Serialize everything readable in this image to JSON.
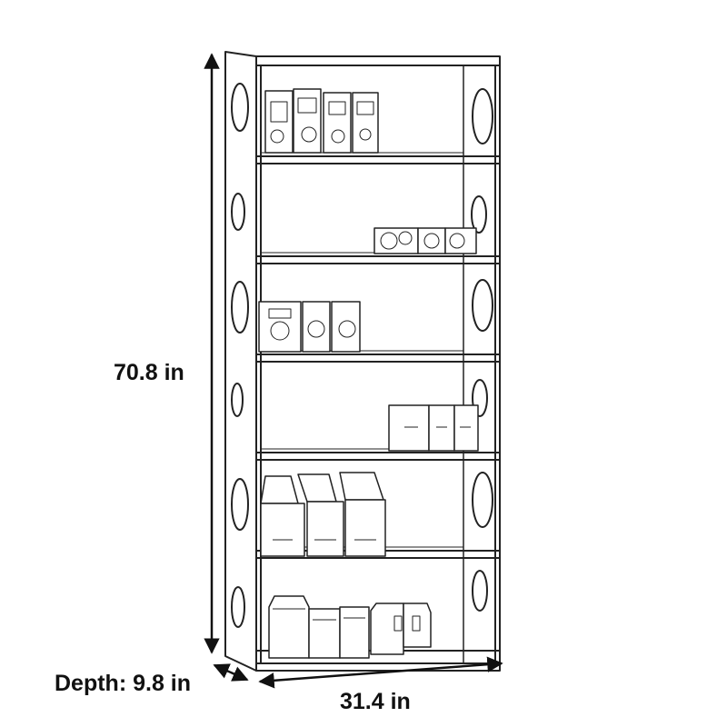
{
  "product": {
    "kind": "six-tier bookshelf line drawing",
    "shelf_count": 6,
    "line_color": "#222222",
    "background": "#ffffff"
  },
  "dimensions": {
    "height": "70.8 in",
    "width": "31.4 in",
    "depth": "Depth: 9.8 in"
  },
  "shelves": [
    {
      "contents": "cereal-boxes",
      "count": 4
    },
    {
      "contents": "small-boxes",
      "count": 3
    },
    {
      "contents": "cartons",
      "count": 3
    },
    {
      "contents": "storage-boxes",
      "count": 3
    },
    {
      "contents": "snack-bags",
      "count": 3
    },
    {
      "contents": "pouches",
      "count": 5
    }
  ]
}
